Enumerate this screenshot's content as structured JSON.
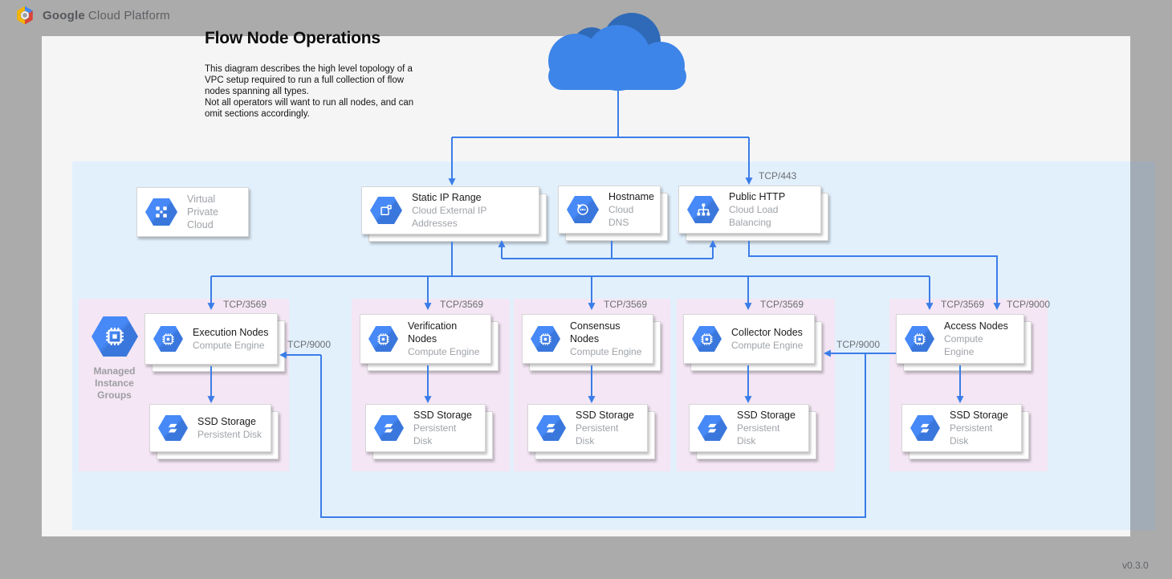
{
  "header": {
    "brand_bold": "Google",
    "brand_rest": "Cloud Platform"
  },
  "page": {
    "title": "Flow Node Operations",
    "description_lines": [
      "This diagram describes the high level topology of a",
      "VPC setup required to run a full collection of flow",
      "nodes spanning all types.",
      "Not all operators will want to run all nodes, and can",
      "omit sections accordingly."
    ],
    "version": "v0.3.0"
  },
  "ports": {
    "tcp443": "TCP/443",
    "tcp3569": "TCP/3569",
    "tcp9000": "TCP/9000"
  },
  "colors": {
    "accent_blue": "#3b7de8",
    "hex_blue": "#4285f4",
    "vpc_zone": "#e2f0fc",
    "node_section_pink": "#f4e6f4"
  },
  "vpc_card": {
    "line1": "Virtual",
    "line2": "Private Cloud",
    "icon": "virtual-private-cloud-icon"
  },
  "top_cards": {
    "static_ip": {
      "title": "Static IP Range",
      "subtitle": "Cloud External IP Addresses",
      "icon": "external-ip-icon"
    },
    "hostname": {
      "title": "Hostname",
      "subtitle": "Cloud DNS",
      "icon": "cloud-dns-icon"
    },
    "public_http": {
      "title": "Public HTTP",
      "subtitle": "Cloud Load Balancing",
      "icon": "load-balancing-icon"
    }
  },
  "mig": {
    "line1": "Managed",
    "line2": "Instance",
    "line3": "Groups",
    "icon": "compute-engine-icon"
  },
  "sections": [
    {
      "name": "execution",
      "compute_title": "Execution Nodes",
      "compute_subtitle": "Compute Engine",
      "storage_title": "SSD Storage",
      "storage_subtitle": "Persistent Disk"
    },
    {
      "name": "verification",
      "compute_title": "Verification Nodes",
      "compute_subtitle": "Compute Engine",
      "storage_title": "SSD Storage",
      "storage_subtitle": "Persistent Disk"
    },
    {
      "name": "consensus",
      "compute_title": "Consensus Nodes",
      "compute_subtitle": "Compute Engine",
      "storage_title": "SSD Storage",
      "storage_subtitle": "Persistent Disk"
    },
    {
      "name": "collector",
      "compute_title": "Collector Nodes",
      "compute_subtitle": "Compute Engine",
      "storage_title": "SSD Storage",
      "storage_subtitle": "Persistent Disk"
    },
    {
      "name": "access",
      "compute_title": "Access Nodes",
      "compute_subtitle": "Compute Engine",
      "storage_title": "SSD Storage",
      "storage_subtitle": "Persistent Disk"
    }
  ]
}
